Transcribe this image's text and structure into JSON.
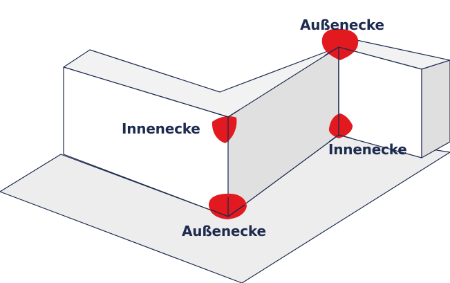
{
  "colors": {
    "outline": "#1d2b4f",
    "floor": "#ededed",
    "wall_light": "#f2f2f2",
    "wall_front": "#ffffff",
    "wall_shade": "#dfdfdf",
    "marker": "#e2191f",
    "label": "#1d2b4f"
  },
  "labels": {
    "outer_corner_top": "Außenecke",
    "inner_corner_left": "Innenecke",
    "inner_corner_right": "Innenecke",
    "outer_corner_bottom": "Außenecke"
  }
}
